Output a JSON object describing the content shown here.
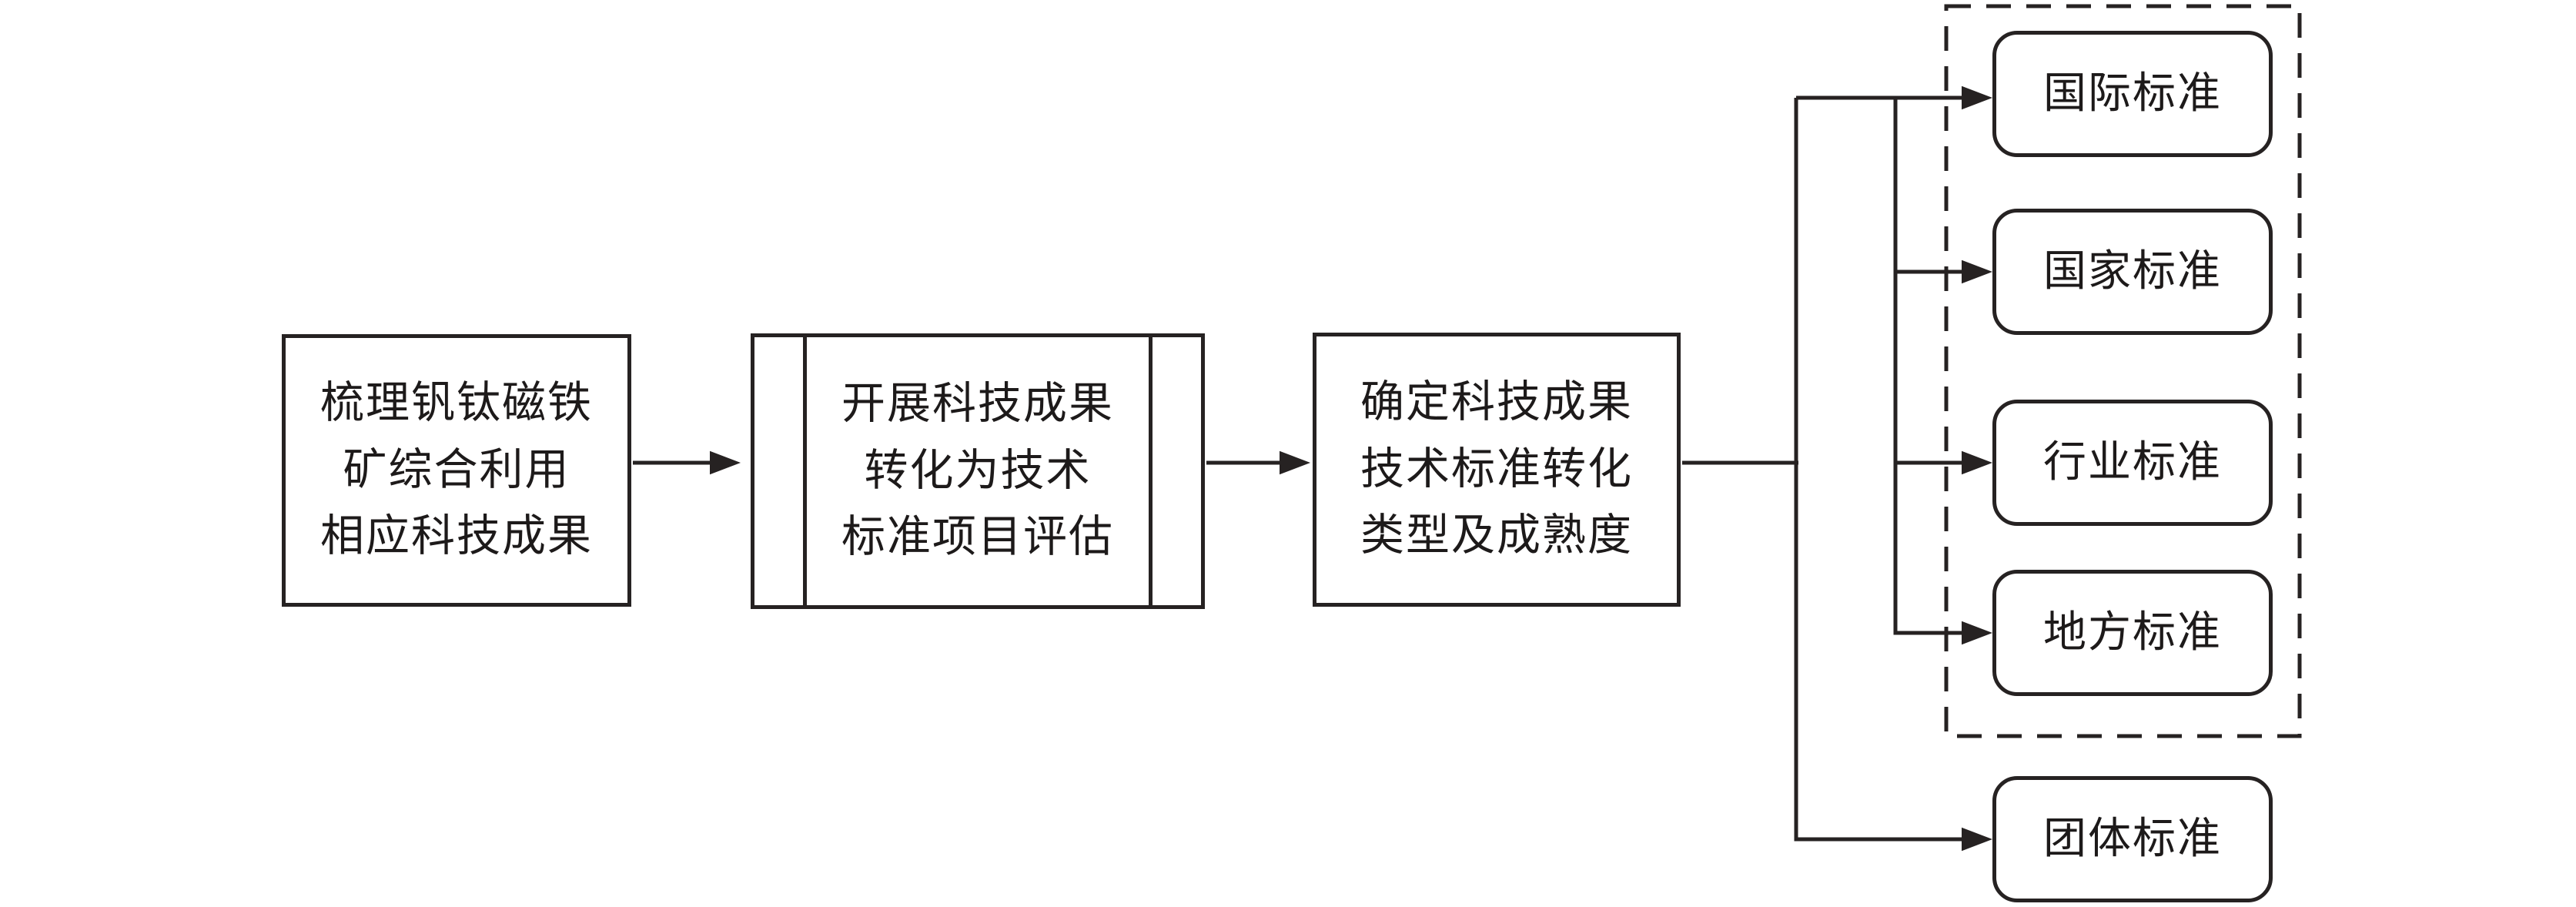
{
  "flowchart": {
    "background_color": "#ffffff",
    "line_color": "#262222",
    "steps": [
      {
        "label": "梳理钒钛磁铁\n矿综合利用\n相应科技成果",
        "shape": "rectangle"
      },
      {
        "label": "开展科技成果\n转化为技术\n标准项目评估",
        "shape": "predefined-process"
      },
      {
        "label": "确定科技成果\n技术标准转化\n类型及成熟度",
        "shape": "rectangle"
      }
    ],
    "standard_outputs": [
      {
        "label": "国际标准",
        "in_dashed_group": true
      },
      {
        "label": "国家标准",
        "in_dashed_group": true
      },
      {
        "label": "行业标准",
        "in_dashed_group": true
      },
      {
        "label": "地方标准",
        "in_dashed_group": true
      },
      {
        "label": "团体标准",
        "in_dashed_group": false
      }
    ]
  }
}
